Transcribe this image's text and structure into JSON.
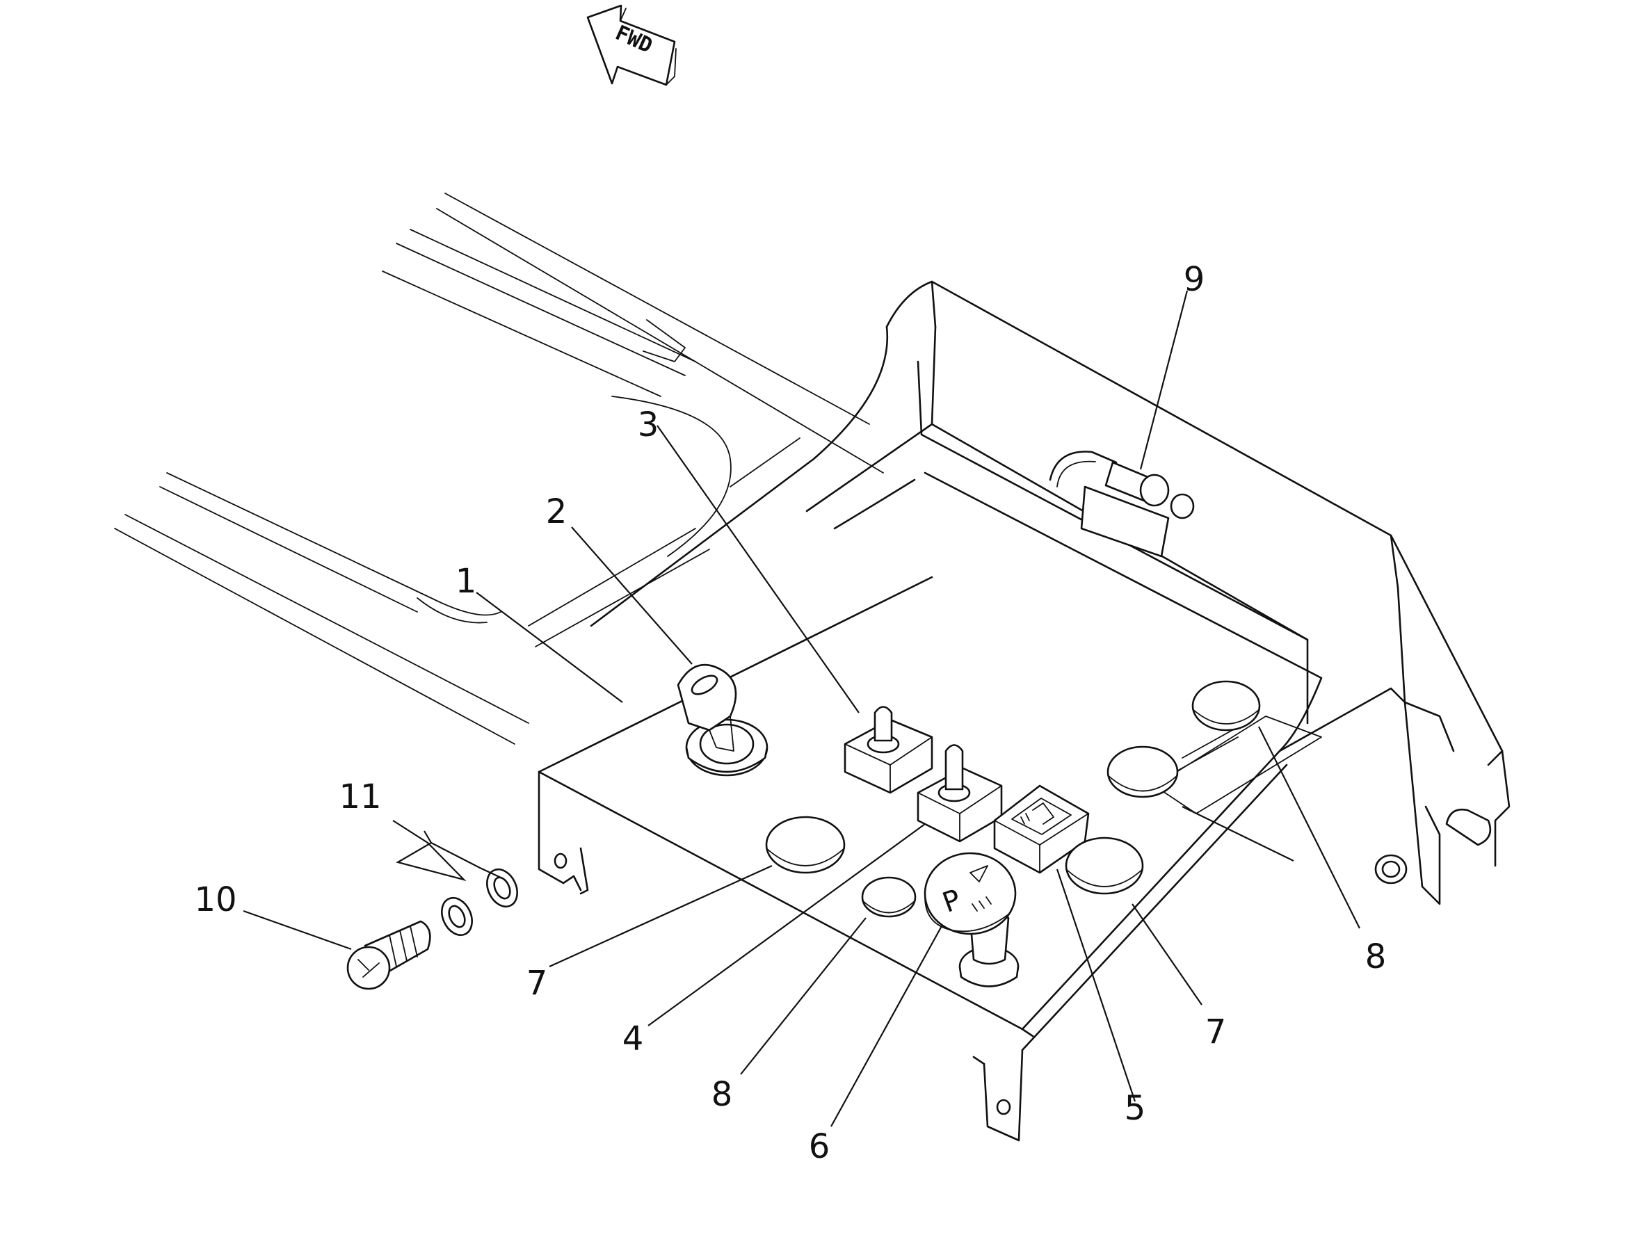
{
  "direction_arrow": {
    "label": "FWD"
  },
  "callouts": [
    {
      "id": "c1",
      "label": "1"
    },
    {
      "id": "c2",
      "label": "2"
    },
    {
      "id": "c3",
      "label": "3"
    },
    {
      "id": "c4",
      "label": "4"
    },
    {
      "id": "c5",
      "label": "5"
    },
    {
      "id": "c6",
      "label": "6"
    },
    {
      "id": "c7a",
      "label": "7"
    },
    {
      "id": "c7b",
      "label": "7"
    },
    {
      "id": "c8a",
      "label": "8"
    },
    {
      "id": "c8b",
      "label": "8"
    },
    {
      "id": "c9",
      "label": "9"
    },
    {
      "id": "c10",
      "label": "10"
    },
    {
      "id": "c11",
      "label": "11"
    }
  ],
  "icons": [
    "fwd-arrow-icon",
    "key-switch-icon",
    "toggle-switch-icon",
    "lamp-switch-icon",
    "parking-brake-knob-icon",
    "blank-plug-icon",
    "connector-icon",
    "bolt-icon",
    "washer-icon"
  ]
}
